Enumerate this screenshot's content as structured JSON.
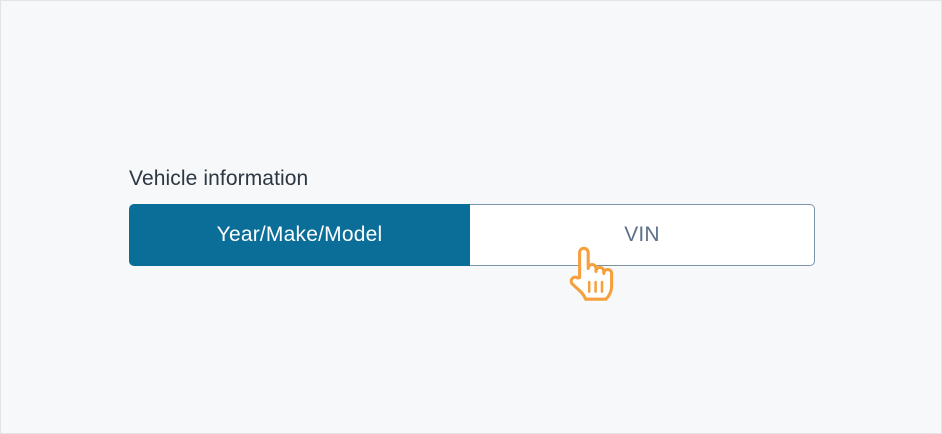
{
  "page": {
    "background_color": "#f6f8fa",
    "border_color": "#e2e4e6"
  },
  "form": {
    "label": "Vehicle information",
    "label_color": "#2c3742"
  },
  "toggle": {
    "name": "vehicle-information-mode",
    "selected_value": "Year/Make/Model",
    "selected_color": "#0b6e99",
    "unselected_text_color": "#5a7189",
    "border_color": "#7b93ab",
    "options": [
      {
        "label": "Year/Make/Model",
        "selected": true
      },
      {
        "label": "VIN",
        "selected": false
      }
    ]
  },
  "cursor": {
    "icon": "pointing-hand-cursor-icon",
    "color": "#f5a03c",
    "fill": "#ffffff",
    "hovering": "VIN"
  }
}
